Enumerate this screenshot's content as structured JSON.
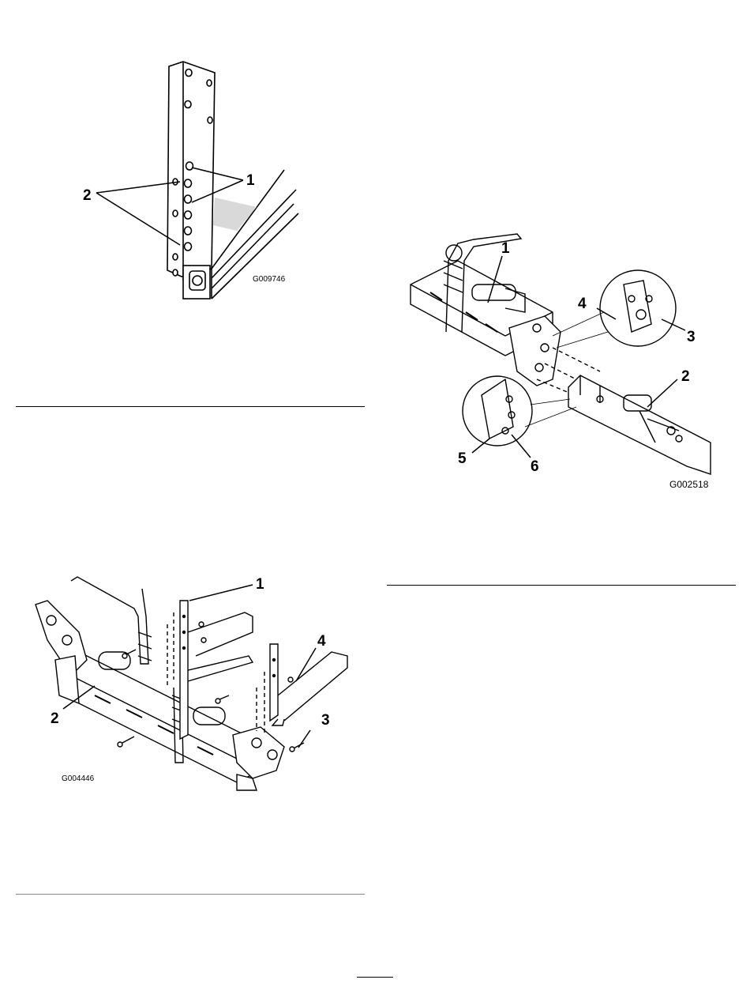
{
  "page": {
    "footer_mark": ""
  },
  "figure1": {
    "id": "G009746",
    "callouts": {
      "c1": "1",
      "c2": "2"
    }
  },
  "figure2": {
    "id": "G004446",
    "callouts": {
      "c1": "1",
      "c2": "2",
      "c3": "3",
      "c4": "4"
    }
  },
  "figure3": {
    "id": "G002518",
    "callouts": {
      "c1": "1",
      "c2": "2",
      "c3": "3",
      "c4": "4",
      "c5": "5",
      "c6": "6"
    }
  }
}
